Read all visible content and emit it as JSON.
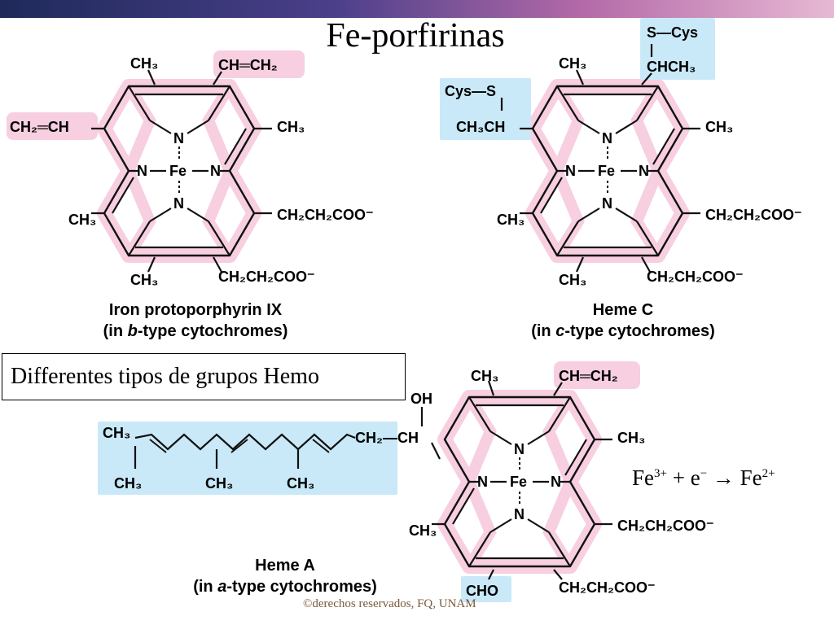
{
  "slide": {
    "title": "Fe-porfirinas",
    "subtitle": "Differentes tipos de grupos Hemo",
    "copyright": "©derechos reservados, FQ, UNAM",
    "equation": {
      "reactant": "Fe",
      "reactant_charge": "3+",
      "plus": " + e",
      "electron_charge": "−",
      "arrow": " → Fe",
      "product_charge": "2+"
    },
    "colors": {
      "porphyrin_highlight": "#f7cfe0",
      "substituent_highlight": "#c9e9f8"
    }
  },
  "molecules": [
    {
      "id": "protoporphyrin",
      "name_line1": "Iron protoporphyrin IX",
      "name_line2_pre": "(in ",
      "name_line2_italic": "b",
      "name_line2_post": "-type cytochromes)",
      "labels": {
        "ch3_top": "CH₃",
        "vinyl_top": "CH═CH₂",
        "vinyl_left": "CH₂═CH",
        "ch3_right": "CH₃",
        "ch3_left": "CH₃",
        "propionate_right": "CH₂CH₂COO⁻",
        "ch3_bottom": "CH₃",
        "propionate_bottom": "CH₂CH₂COO⁻",
        "n": "N",
        "fe": "Fe"
      }
    },
    {
      "id": "heme-c",
      "name_line1": "Heme C",
      "name_line2_pre": "(in ",
      "name_line2_italic": "c",
      "name_line2_post": "-type cytochromes)",
      "labels": {
        "ch3_top": "CH₃",
        "s_cys_top": "S—Cys",
        "chch3_top": "CHCH₃",
        "cys_s_left": "Cys—S",
        "ch3ch_left": "CH₃CH",
        "ch3_right": "CH₃",
        "ch3_left": "CH₃",
        "propionate_right": "CH₂CH₂COO⁻",
        "ch3_bottom": "CH₃",
        "propionate_bottom": "CH₂CH₂COO⁻",
        "n": "N",
        "fe": "Fe"
      }
    },
    {
      "id": "heme-a",
      "name_line1": "Heme A",
      "name_line2_pre": "(in ",
      "name_line2_italic": "a",
      "name_line2_post": "-type cytochromes)",
      "labels": {
        "ch3_top": "CH₃",
        "vinyl_top": "CH═CH₂",
        "oh": "OH",
        "ch2_ch": "CH₂—CH",
        "ch3_right": "CH₃",
        "ch3_left": "CH₃",
        "propionate_right": "CH₂CH₂COO⁻",
        "cho": "CHO",
        "propionate_bottom": "CH₂CH₂COO⁻",
        "tail_ch3_1": "CH₃",
        "tail_ch3_2": "CH₃",
        "tail_ch3_3": "CH₃",
        "tail_ch3_4": "CH₃",
        "n": "N",
        "fe": "Fe"
      }
    }
  ]
}
